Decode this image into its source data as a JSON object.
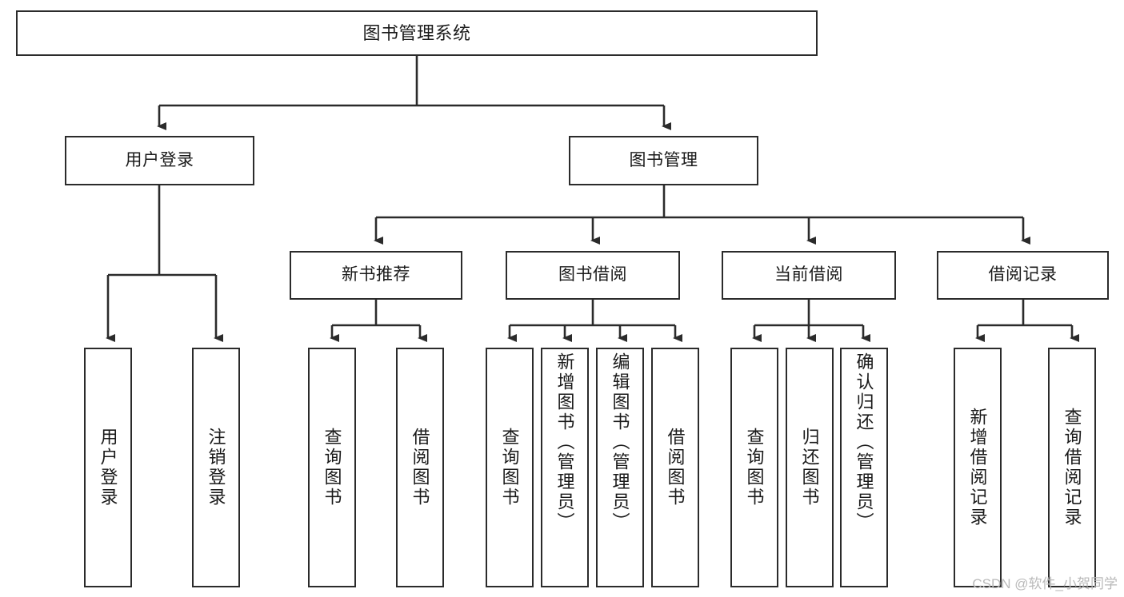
{
  "diagram": {
    "title": "图书管理系统",
    "type": "tree",
    "orientation": "top-down",
    "colors": {
      "box_border": "#2b2b2b",
      "box_fill": "#ffffff",
      "line": "#2b2b2b",
      "text": "#1a1a1a",
      "watermark": "#b9b9b9",
      "background": "#ffffff"
    },
    "root": {
      "id": "root",
      "label": "图书管理系统"
    },
    "level2": [
      {
        "id": "user-login",
        "label": "用户登录"
      },
      {
        "id": "book-manage",
        "label": "图书管理"
      }
    ],
    "level3": [
      {
        "id": "new-book-recommend",
        "label": "新书推荐",
        "parent": "book-manage"
      },
      {
        "id": "book-borrow",
        "label": "图书借阅",
        "parent": "book-manage"
      },
      {
        "id": "current-borrow",
        "label": "当前借阅",
        "parent": "book-manage"
      },
      {
        "id": "borrow-record",
        "label": "借阅记录",
        "parent": "book-manage"
      }
    ],
    "leaves": {
      "user-login": [
        {
          "id": "leaf-user-login",
          "label": "用户登录"
        },
        {
          "id": "leaf-user-logout",
          "label": "注销登录"
        }
      ],
      "new-book-recommend": [
        {
          "id": "leaf-query-book-1",
          "label": "查询图书"
        },
        {
          "id": "leaf-borrow-book-1",
          "label": "借阅图书"
        }
      ],
      "book-borrow": [
        {
          "id": "leaf-query-book-2",
          "label": "查询图书"
        },
        {
          "id": "leaf-add-book",
          "label": "新增图书（管理员）"
        },
        {
          "id": "leaf-edit-book",
          "label": "编辑图书（管理员）"
        },
        {
          "id": "leaf-borrow-book-2",
          "label": "借阅图书"
        }
      ],
      "current-borrow": [
        {
          "id": "leaf-query-book-3",
          "label": "查询图书"
        },
        {
          "id": "leaf-return-book",
          "label": "归还图书"
        },
        {
          "id": "leaf-confirm-return",
          "label": "确认归还（管理员）"
        }
      ],
      "borrow-record": [
        {
          "id": "leaf-add-record",
          "label": "新增借阅记录"
        },
        {
          "id": "leaf-query-record",
          "label": "查询借阅记录"
        }
      ]
    }
  },
  "watermark": {
    "text": "CSDN @软件_小贺同学"
  }
}
